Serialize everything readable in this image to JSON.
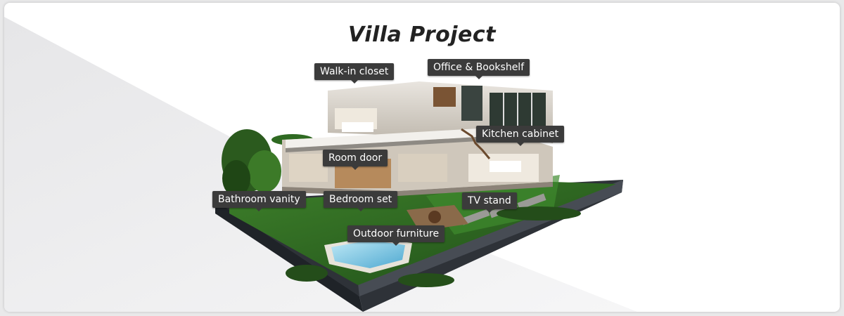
{
  "title": "Villa Project",
  "labels": {
    "walk_in_closet": "Walk-in closet",
    "office_bookshelf": "Office & Bookshelf",
    "kitchen_cabinet": "Kitchen cabinet",
    "room_door": "Room door",
    "bathroom_vanity": "Bathroom vanity",
    "bedroom_set": "Bedroom set",
    "tv_stand": "TV stand",
    "outdoor_furniture": "Outdoor furniture"
  },
  "colors": {
    "label_bg": "#3b3b3b",
    "label_text": "#ffffff",
    "lawn": "#2f6b22",
    "pool": "#7fc9e6",
    "base": "#3a3f47"
  }
}
